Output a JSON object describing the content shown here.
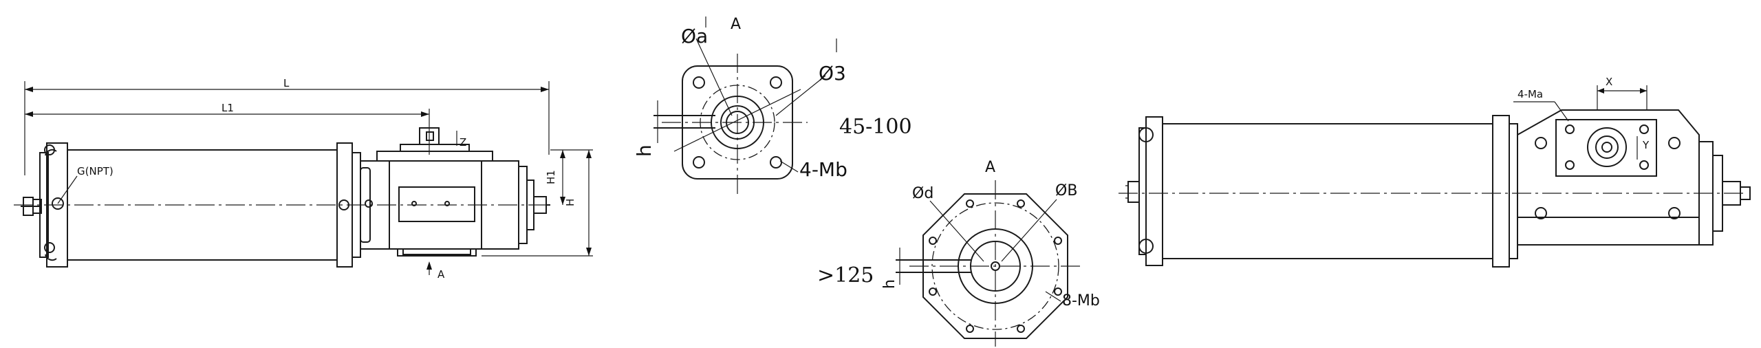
{
  "side_view": {
    "dim_L": "L",
    "dim_L1": "L1",
    "dim_H": "H",
    "dim_H1": "H1",
    "dim_Z": "Z",
    "port_label": "G(NPT)",
    "view_marker": "A"
  },
  "view_a_small": {
    "title": "A",
    "dia_a": "Øa",
    "dia_3": "Ø3",
    "bolt_holes": "4-Mb",
    "dim_h": "h",
    "size_range": "45-100"
  },
  "view_a_large": {
    "title": "A",
    "dia_d": "Ød",
    "dia_B": "ØB",
    "bolt_holes": "8-Mb",
    "dim_h": "h",
    "size_range": ">125"
  },
  "top_view": {
    "bolt_holes": "4-Ma",
    "dim_X": "X",
    "dim_Y": "Y"
  }
}
